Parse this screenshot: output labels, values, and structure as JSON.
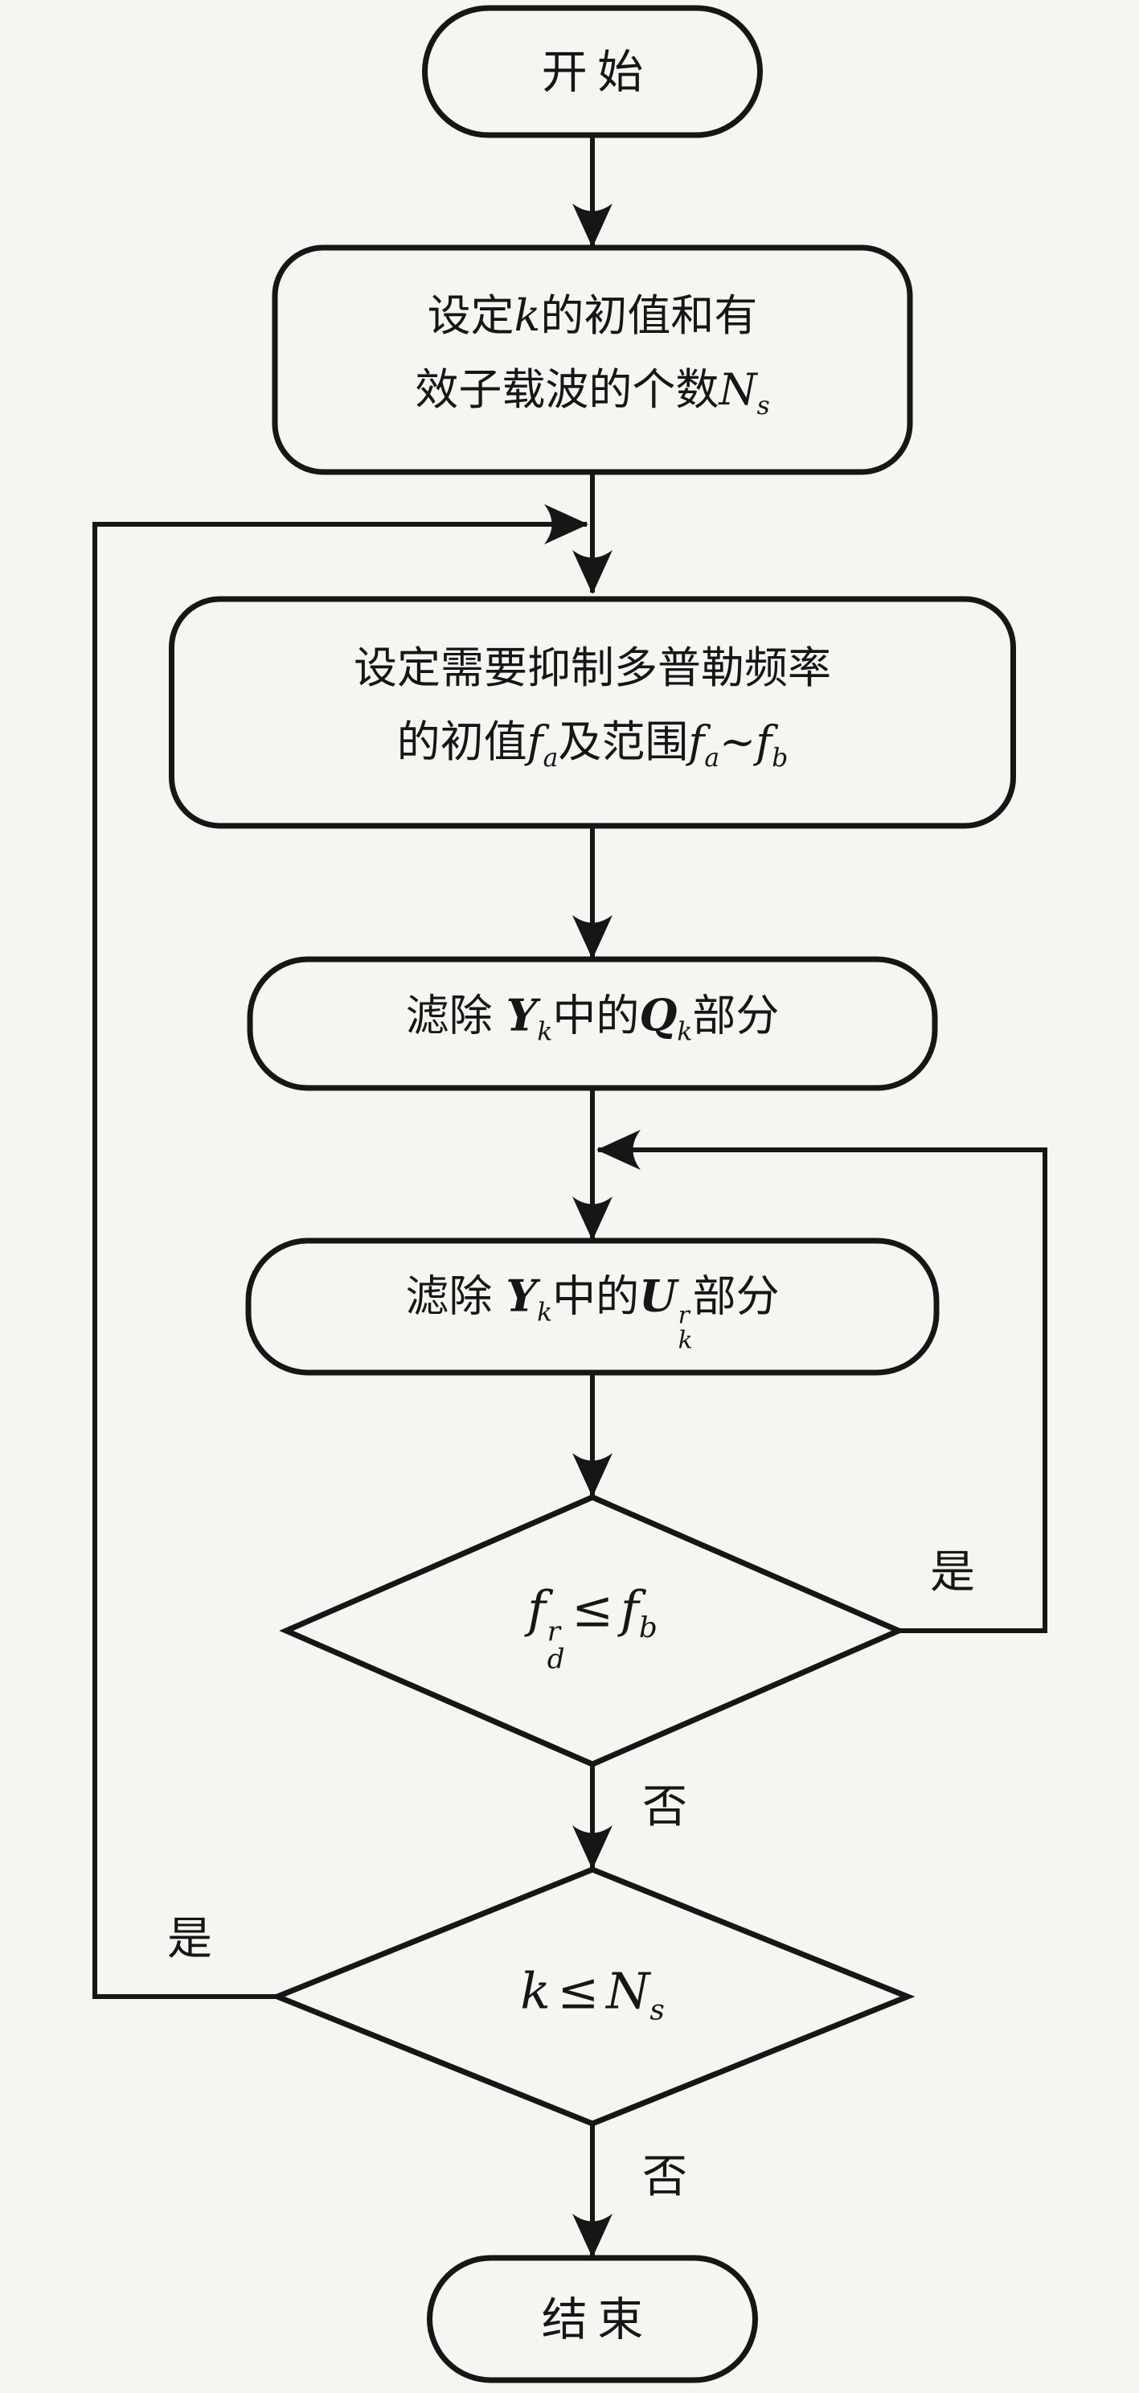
{
  "colors": {
    "background": "#f5f5f2",
    "stroke": "#161616"
  },
  "flow": {
    "start": "开始",
    "init": {
      "t1": "设定",
      "k": "k",
      "t2": "的初值和有",
      "t3": "效子载波的个数",
      "N": "N",
      "Nsub": "s"
    },
    "doppler": {
      "l1": "设定需要抑制多普勒频率",
      "t1": "的初值",
      "f1": "f",
      "f1sub": "a",
      "t2": "及范围",
      "f2": "f",
      "f2sub": "a",
      "tilde": "~",
      "f3": "f",
      "f3sub": "b"
    },
    "filterQ": {
      "t1": "滤除 ",
      "Y": "Y",
      "Ysub": "k",
      "t2": "中的",
      "Q": "Q",
      "Qsub": "k",
      "t3": "部分"
    },
    "filterU": {
      "t1": "滤除 ",
      "Y": "Y",
      "Ysub": "k",
      "t2": "中的",
      "U": "U",
      "Usup": "r",
      "Usub": "k",
      "t3": "部分"
    },
    "cond1": {
      "f": "f",
      "fsup": "r",
      "fsub": "d",
      "op": "≤",
      "f2": "f",
      "f2sub": "b"
    },
    "cond2": {
      "k": "k",
      "op": "≤",
      "N": "N",
      "Nsub": "s"
    },
    "end": "结束",
    "labels": {
      "yes1": "是",
      "no1": "否",
      "yes2": "是",
      "no2": "否"
    }
  }
}
